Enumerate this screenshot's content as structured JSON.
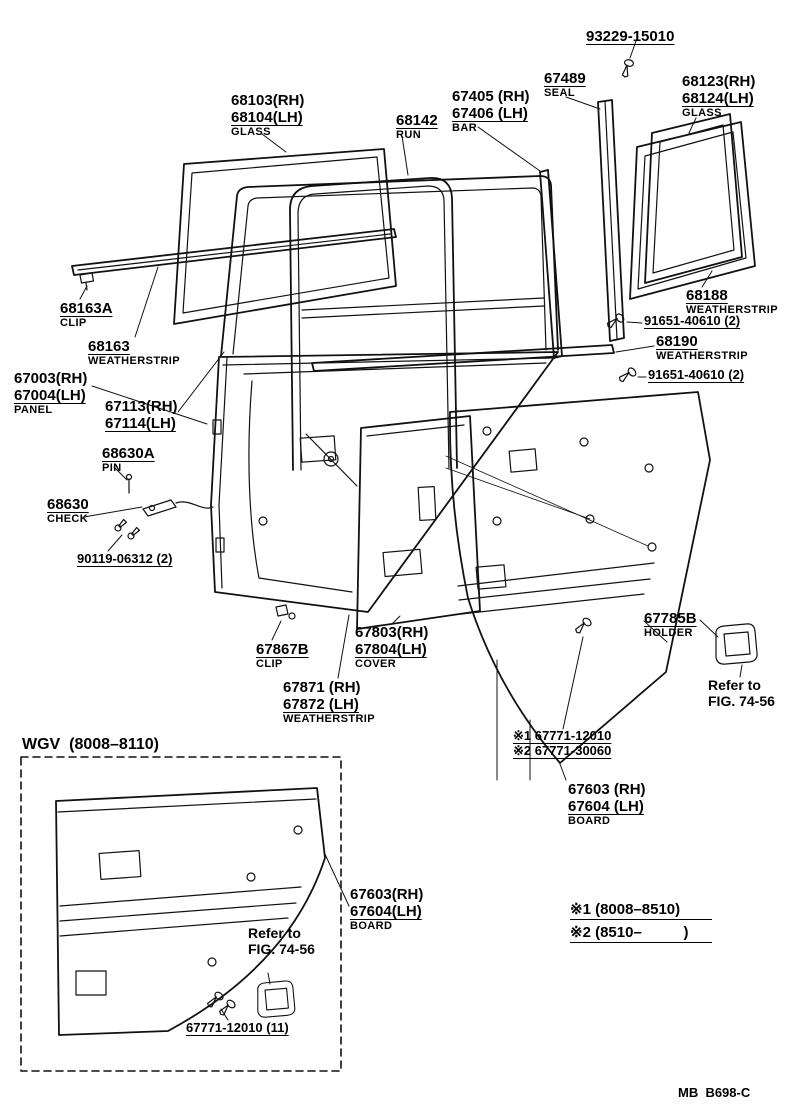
{
  "figure": {
    "type": "exploded-parts-diagram",
    "subject": "Rear door glass, panel, service cover and trim board",
    "line_color": "#111111",
    "background": "#ffffff",
    "footer_code": "MB  B698-C"
  },
  "labels": {
    "screw_93229": {
      "lines": [
        "93229-15010"
      ]
    },
    "seal_67489": {
      "lines": [
        "67489",
        "SEAL"
      ]
    },
    "glass_rear": {
      "lines": [
        "68123(RH)",
        "68124(LH)",
        "GLASS"
      ]
    },
    "glass_front": {
      "lines": [
        "68103(RH)",
        "68104(LH)",
        "GLASS"
      ]
    },
    "bar": {
      "lines": [
        "67405 (RH)",
        "67406 (LH)",
        "BAR"
      ]
    },
    "run": {
      "lines": [
        "68142",
        "RUN"
      ]
    },
    "clip_68163a": {
      "lines": [
        "68163A",
        "CLIP"
      ]
    },
    "ws_68163": {
      "lines": [
        "68163",
        "WEATHERSTRIP"
      ]
    },
    "ws_68188": {
      "lines": [
        "68188",
        "WEATHERSTRIP"
      ]
    },
    "screw_91651_1": {
      "lines": [
        "91651-40610 (2)"
      ]
    },
    "ws_68190": {
      "lines": [
        "68190",
        "WEATHERSTRIP"
      ]
    },
    "screw_91651_2": {
      "lines": [
        "91651-40610 (2)"
      ]
    },
    "panel": {
      "lines": [
        "67003(RH)",
        "67004(LH)",
        "PANEL"
      ]
    },
    "frame": {
      "lines": [
        "67113(RH)",
        "67114(LH)"
      ]
    },
    "pin": {
      "lines": [
        "68630A",
        "PIN"
      ]
    },
    "check": {
      "lines": [
        "68630",
        "CHECK"
      ]
    },
    "bolt_90119": {
      "lines": [
        "90119-06312 (2)"
      ]
    },
    "clip_67867b": {
      "lines": [
        "67867B",
        "CLIP"
      ]
    },
    "cover": {
      "lines": [
        "67803(RH)",
        "67804(LH)",
        "COVER"
      ]
    },
    "ws_67871": {
      "lines": [
        "67871 (RH)",
        "67872 (LH)",
        "WEATHERSTRIP"
      ]
    },
    "holder": {
      "lines": [
        "67785B",
        "HOLDER"
      ]
    },
    "refer_right": {
      "lines": [
        "Refer to",
        "FIG. 74-56"
      ]
    },
    "note_67771": {
      "lines": [
        "※1 67771-12010",
        "※2 67771-30060"
      ]
    },
    "board_right": {
      "lines": [
        "67603 (RH)",
        "67604 (LH)",
        "BOARD"
      ]
    },
    "wgv_title": {
      "lines": [
        "WGV  (8008–8110)"
      ]
    },
    "board_wgv": {
      "lines": [
        "67603(RH)",
        "67604(LH)",
        "BOARD"
      ]
    },
    "refer_wgv": {
      "lines": [
        "Refer to",
        "FIG. 74-56"
      ]
    },
    "screw_67771": {
      "lines": [
        "67771-12010 (11)"
      ]
    },
    "note1": {
      "lines": [
        "※1 (8008–8510)"
      ]
    },
    "note2": {
      "lines": [
        "※2 (8510–          )"
      ]
    },
    "footer": {
      "lines": [
        "MB  B698-C"
      ]
    }
  }
}
